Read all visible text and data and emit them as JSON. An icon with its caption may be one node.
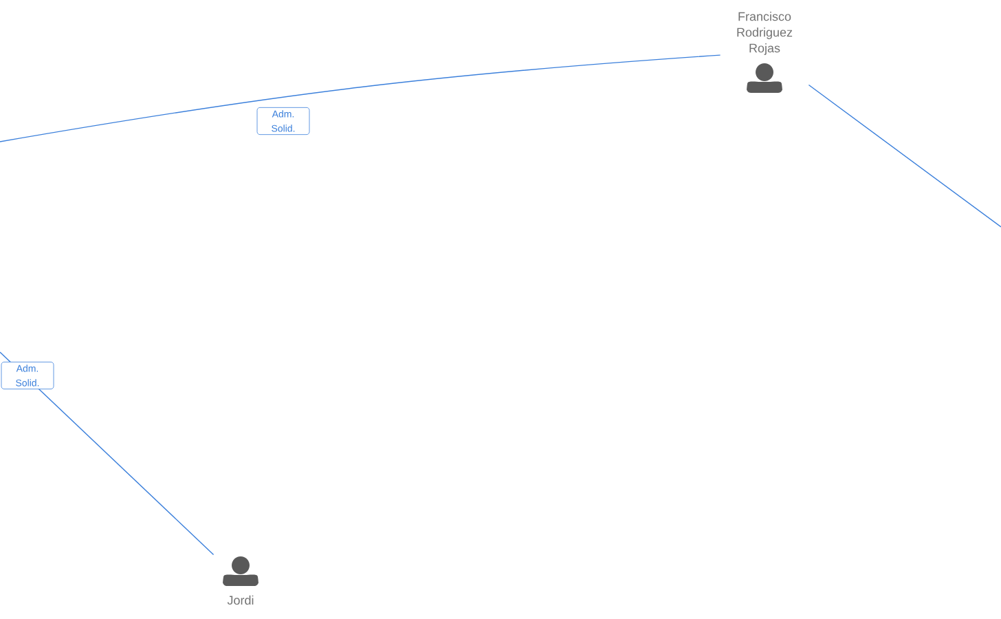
{
  "diagram": {
    "nodes": [
      {
        "text": [
          "Francisco Rodriguez Rojas"
        ]
      },
      {
        "text": [
          "Jordi"
        ]
      }
    ],
    "edges": [
      {
        "from": null,
        "to": 0,
        "arrow": "none",
        "label": "Adm. Solid."
      },
      {
        "from": 0,
        "to": null,
        "arrow": "none"
      },
      {
        "from": null,
        "to": 1,
        "arrow": "none",
        "label": "Adm. Solid."
      }
    ]
  }
}
